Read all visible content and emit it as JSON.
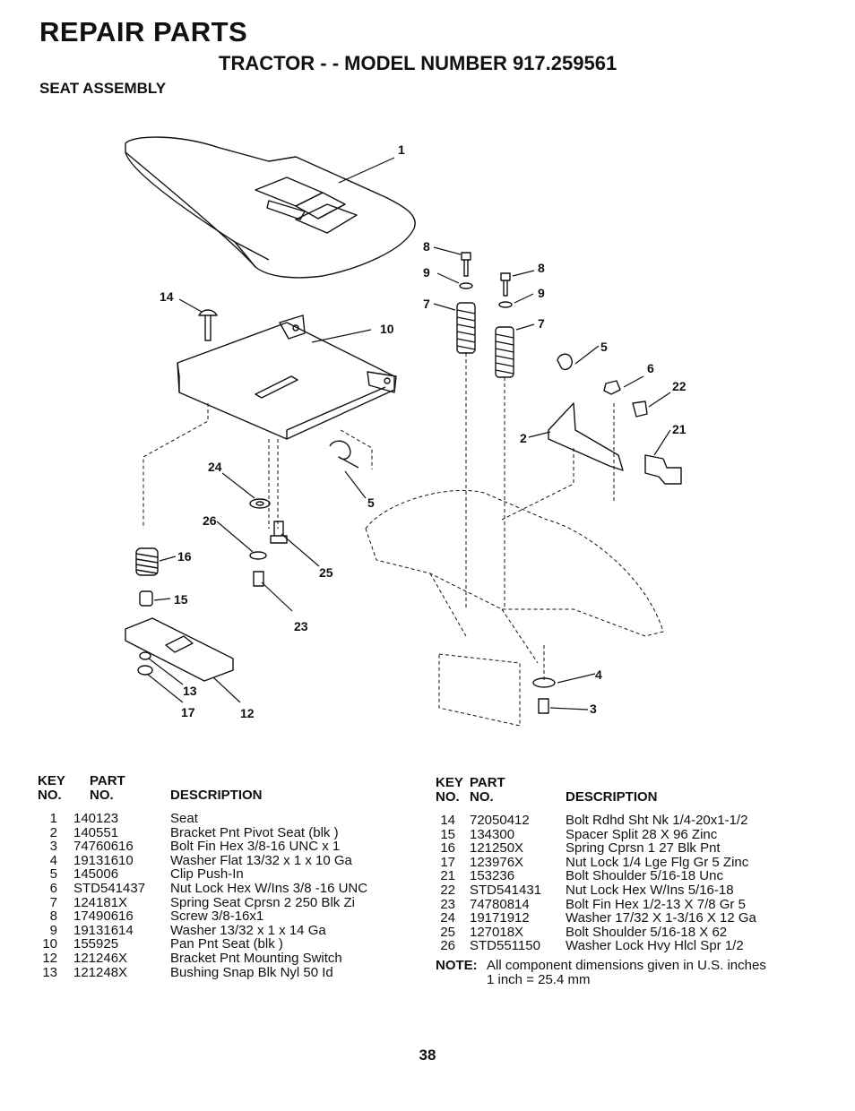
{
  "header": {
    "title": "REPAIR PARTS",
    "subtitle": "TRACTOR - - MODEL NUMBER 917.259561",
    "section": "SEAT ASSEMBLY"
  },
  "diagram": {
    "callouts": [
      "1",
      "14",
      "10",
      "8",
      "9",
      "7",
      "8",
      "9",
      "7",
      "5",
      "6",
      "22",
      "2",
      "21",
      "24",
      "5",
      "26",
      "25",
      "16",
      "15",
      "23",
      "13",
      "17",
      "12",
      "4",
      "3"
    ]
  },
  "table_headers": {
    "key": "KEY",
    "no": "NO.",
    "part": "PART",
    "part_no": "NO.",
    "description": "DESCRIPTION"
  },
  "parts_left": [
    {
      "key": "1",
      "part": "140123",
      "desc": "Seat"
    },
    {
      "key": "2",
      "part": "140551",
      "desc": "Bracket Pnt Pivot Seat (blk )"
    },
    {
      "key": "3",
      "part": "74760616",
      "desc": "Bolt Fin  Hex 3/8-16 UNC x 1"
    },
    {
      "key": "4",
      "part": "19131610",
      "desc": "Washer Flat 13/32 x 1 x 10 Ga"
    },
    {
      "key": "5",
      "part": "145006",
      "desc": "Clip Push-In"
    },
    {
      "key": "6",
      "part": "STD541437",
      "desc": "Nut Lock Hex W/Ins 3/8 -16 UNC"
    },
    {
      "key": "7",
      "part": "124181X",
      "desc": "Spring Seat Cprsn 2 250 Blk Zi"
    },
    {
      "key": "8",
      "part": "17490616",
      "desc": "Screw 3/8-16x1"
    },
    {
      "key": "9",
      "part": "19131614",
      "desc": "Washer 13/32 x 1 x 14 Ga"
    },
    {
      "key": "10",
      "part": "155925",
      "desc": "Pan Pnt Seat (blk )"
    },
    {
      "key": "12",
      "part": "121246X",
      "desc": "Bracket Pnt Mounting Switch"
    },
    {
      "key": "13",
      "part": "121248X",
      "desc": "Bushing Snap Blk Nyl  50 Id"
    }
  ],
  "parts_right": [
    {
      "key": "14",
      "part": "72050412",
      "desc": "Bolt Rdhd Sht Nk 1/4-20x1-1/2"
    },
    {
      "key": "15",
      "part": "134300",
      "desc": "Spacer Split  28 X 96  Zinc"
    },
    {
      "key": "16",
      "part": "121250X",
      "desc": "Spring Cprsn 1 27 Blk Pnt"
    },
    {
      "key": "17",
      "part": "123976X",
      "desc": "Nut Lock 1/4 Lge Flg Gr 5 Zinc"
    },
    {
      "key": "21",
      "part": "153236",
      "desc": "Bolt Shoulder 5/16-18 Unc"
    },
    {
      "key": "22",
      "part": "STD541431",
      "desc": "Nut Lock Hex W/Ins 5/16-18"
    },
    {
      "key": "23",
      "part": "74780814",
      "desc": "Bolt Fin Hex 1/2-13 X 7/8 Gr 5"
    },
    {
      "key": "24",
      "part": "19171912",
      "desc": "Washer 17/32 X 1-3/16 X 12 Ga"
    },
    {
      "key": "25",
      "part": "127018X",
      "desc": "Bolt Shoulder 5/16-18 X  62"
    },
    {
      "key": "26",
      "part": "STD551150",
      "desc": "Washer Lock Hvy Hlcl Spr 1/2"
    }
  ],
  "note": {
    "label": "NOTE:",
    "line1": "All component dimensions given in U.S. inches",
    "line2": "1 inch = 25.4 mm"
  },
  "page_number": "38"
}
